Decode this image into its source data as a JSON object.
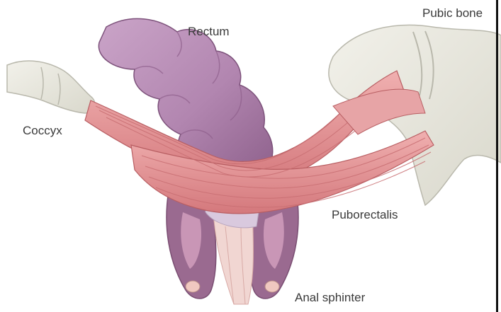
{
  "labels": {
    "rectum": "Rectum",
    "pubic_bone": "Pubic bone",
    "coccyx": "Coccyx",
    "puborectalis": "Puborectalis",
    "anal_sphincter": "Anal sphinter"
  },
  "colors": {
    "bone": "#e9e8de",
    "bone_outline": "#b9b8ac",
    "rectum": "#b48ab2",
    "rectum_shadow": "#8e5f8c",
    "muscle": "#e59a9c",
    "muscle_dark": "#c86e72",
    "sphincter": "#a37196",
    "canal": "#f1d6d2",
    "text": "#3a3a3a"
  }
}
